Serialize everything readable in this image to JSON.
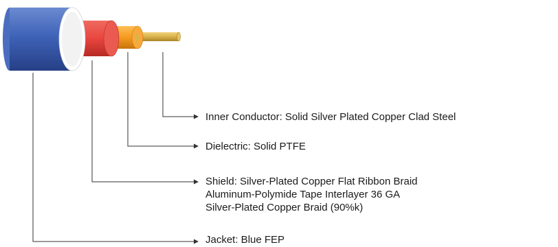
{
  "labels": {
    "inner_conductor": "Inner Conductor:  Solid Silver Plated Copper Clad Steel",
    "dielectric": "Dielectric: Solid PTFE",
    "shield_lines": [
      "Shield:  Silver-Plated Copper Flat Ribbon Braid",
      "Aluminum-Polymide Tape Interlayer 36 GA",
      "Silver-Plated Copper Braid (90%k)"
    ],
    "jacket": "Jacket:  Blue FEP"
  },
  "colors": {
    "jacket": "#3f63b8",
    "jacket_dark": "#263f86",
    "jacket_light": "#6b8ad0",
    "shield": "#e8463f",
    "shield_dark": "#b82a25",
    "dielectric": "#f59a1e",
    "dielectric_dark": "#c87410",
    "conductor": "#d9b24a",
    "conductor_dark": "#a88428",
    "leader": "#333333"
  }
}
